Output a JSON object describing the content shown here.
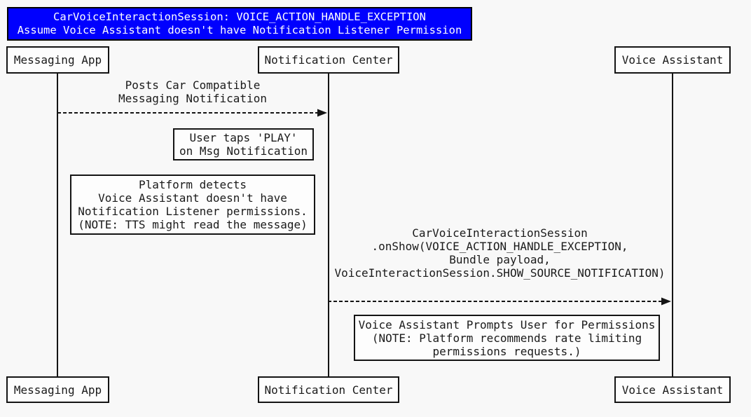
{
  "title": {
    "lines": [
      "CarVoiceInteractionSession: VOICE_ACTION_HANDLE_EXCEPTION",
      "Assume Voice Assistant doesn't have Notification Listener Permission"
    ],
    "bg_color": "#0000FE",
    "text_color": "#FFFFFF"
  },
  "actors": [
    {
      "name": "Messaging App"
    },
    {
      "name": "Notification Center"
    },
    {
      "name": "Voice Assistant"
    }
  ],
  "messages": [
    {
      "from": "Messaging App",
      "to": "Notification Center",
      "line_style": "dashed",
      "lines": [
        "Posts Car Compatible",
        "Messaging Notification"
      ]
    },
    {
      "from": "Notification Center",
      "to": "Voice Assistant",
      "line_style": "dashed",
      "lines": [
        "CarVoiceInteractionSession",
        ".onShow(VOICE_ACTION_HANDLE_EXCEPTION,",
        "Bundle payload,",
        "VoiceInteractionSession.SHOW_SOURCE_NOTIFICATION)"
      ]
    }
  ],
  "notes": [
    {
      "near": "Notification Center",
      "lines": [
        "User taps 'PLAY'",
        "on Msg Notification"
      ]
    },
    {
      "near": "Messaging App",
      "lines": [
        "Platform detects",
        "Voice Assistant doesn't have",
        "Notification Listener permissions.",
        "(NOTE: TTS might read the message)"
      ]
    },
    {
      "near": "Voice Assistant",
      "lines": [
        "Voice Assistant Prompts User for Permissions",
        "(NOTE: Platform recommends rate limiting",
        "permissions requests.)"
      ]
    }
  ],
  "colors": {
    "background": "#F8F8F8",
    "box_background": "#FDFDFD",
    "line": "#141414",
    "text": "#1A1A1A",
    "title_background": "#0000FE",
    "title_text": "#FFFFFF"
  }
}
